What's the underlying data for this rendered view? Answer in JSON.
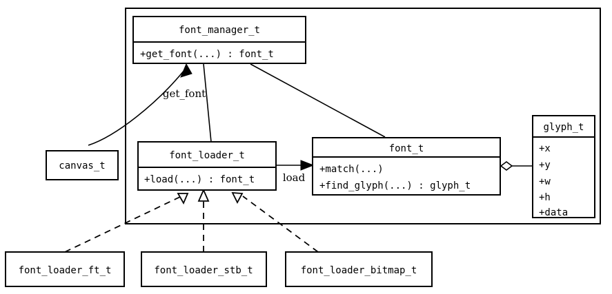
{
  "diagram": {
    "type": "uml-class-diagram",
    "background_color": "#ffffff",
    "line_color": "#000000",
    "package": {
      "label": ""
    },
    "classes": [
      {
        "id": "font_manager_t",
        "name": "font_manager_t",
        "members": [
          "+get_font(...) : font_t"
        ]
      },
      {
        "id": "canvas_t",
        "name": "canvas_t",
        "members": []
      },
      {
        "id": "font_loader_t",
        "name": "font_loader_t",
        "members": [
          "+load(...) : font_t"
        ]
      },
      {
        "id": "font_t",
        "name": "font_t",
        "members": [
          "+match(...)",
          "+find_glyph(...) : glyph_t"
        ]
      },
      {
        "id": "glyph_t",
        "name": "glyph_t",
        "members": [
          "+x",
          "+y",
          "+w",
          "+h",
          "+data"
        ]
      },
      {
        "id": "font_loader_ft_t",
        "name": "font_loader_ft_t",
        "members": []
      },
      {
        "id": "font_loader_stb_t",
        "name": "font_loader_stb_t",
        "members": []
      },
      {
        "id": "font_loader_bitmap_t",
        "name": "font_loader_bitmap_t",
        "members": []
      }
    ],
    "edge_labels": {
      "get_font": "get_font",
      "load": "load"
    },
    "relationships": [
      {
        "from": "canvas_t",
        "to": "font_manager_t",
        "kind": "directed-association",
        "label": "get_font"
      },
      {
        "from": "font_manager_t",
        "to": "font_loader_t",
        "kind": "association",
        "label": ""
      },
      {
        "from": "font_manager_t",
        "to": "font_t",
        "kind": "association",
        "label": ""
      },
      {
        "from": "font_loader_t",
        "to": "font_t",
        "kind": "directed-association",
        "label": "load"
      },
      {
        "from": "font_t",
        "to": "glyph_t",
        "kind": "aggregation",
        "label": ""
      },
      {
        "from": "font_loader_ft_t",
        "to": "font_loader_t",
        "kind": "realization",
        "label": ""
      },
      {
        "from": "font_loader_stb_t",
        "to": "font_loader_t",
        "kind": "realization",
        "label": ""
      },
      {
        "from": "font_loader_bitmap_t",
        "to": "font_loader_t",
        "kind": "realization",
        "label": ""
      }
    ]
  }
}
